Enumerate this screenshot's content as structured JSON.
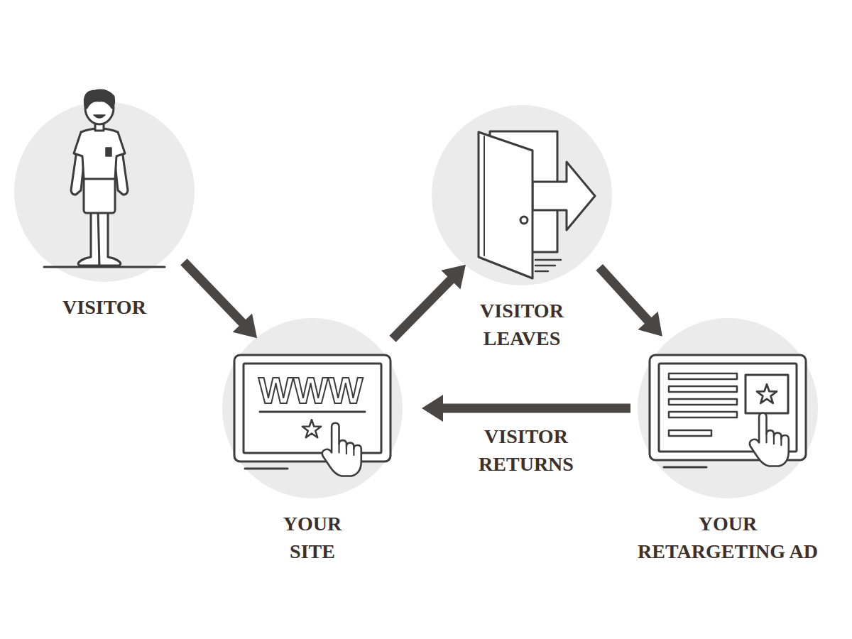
{
  "diagram": {
    "nodes": [
      {
        "text": [
          "VISITOR"
        ]
      },
      {
        "text": [
          "YOUR SITE"
        ]
      },
      {
        "text": [
          "VISITOR LEAVES"
        ]
      },
      {
        "text": [
          "YOUR RETARGETING AD"
        ]
      }
    ],
    "edges": [
      {
        "from": 0,
        "to": 1,
        "arrow": "to"
      },
      {
        "from": 1,
        "to": 2,
        "arrow": "to"
      },
      {
        "from": 2,
        "to": 3,
        "arrow": "to"
      },
      {
        "from": 3,
        "to": 1,
        "label": "VISITOR RETURNS",
        "arrow": "to"
      }
    ],
    "labels": [
      "WWW"
    ]
  }
}
